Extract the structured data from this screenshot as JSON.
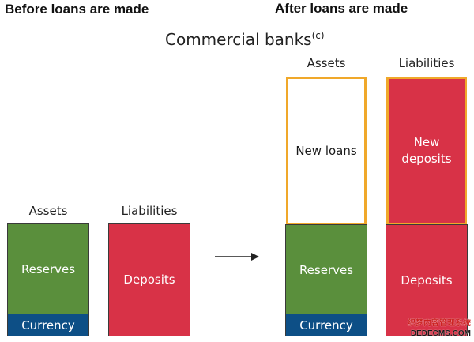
{
  "headers": {
    "before": "Before loans are made",
    "after": "After loans are made"
  },
  "title": {
    "main": "Commercial banks",
    "sup": "(c)"
  },
  "before": {
    "assets_label": "Assets",
    "liabilities_label": "Liabilities",
    "reserves": "Reserves",
    "currency": "Currency",
    "deposits": "Deposits"
  },
  "after": {
    "assets_label": "Assets",
    "liabilities_label": "Liabilities",
    "new_loans": "New loans",
    "new_deposits_line1": "New",
    "new_deposits_line2": "deposits",
    "reserves": "Reserves",
    "currency": "Currency",
    "deposits": "Deposits"
  },
  "watermark": {
    "line1": "织梦内容管理系统",
    "line2": "DEDECMS.COM"
  },
  "colors": {
    "reserves_green": "#5a8f3c",
    "currency_navy": "#0d4f86",
    "deposits_red": "#d83247",
    "highlight_gold": "#f0a82a"
  }
}
